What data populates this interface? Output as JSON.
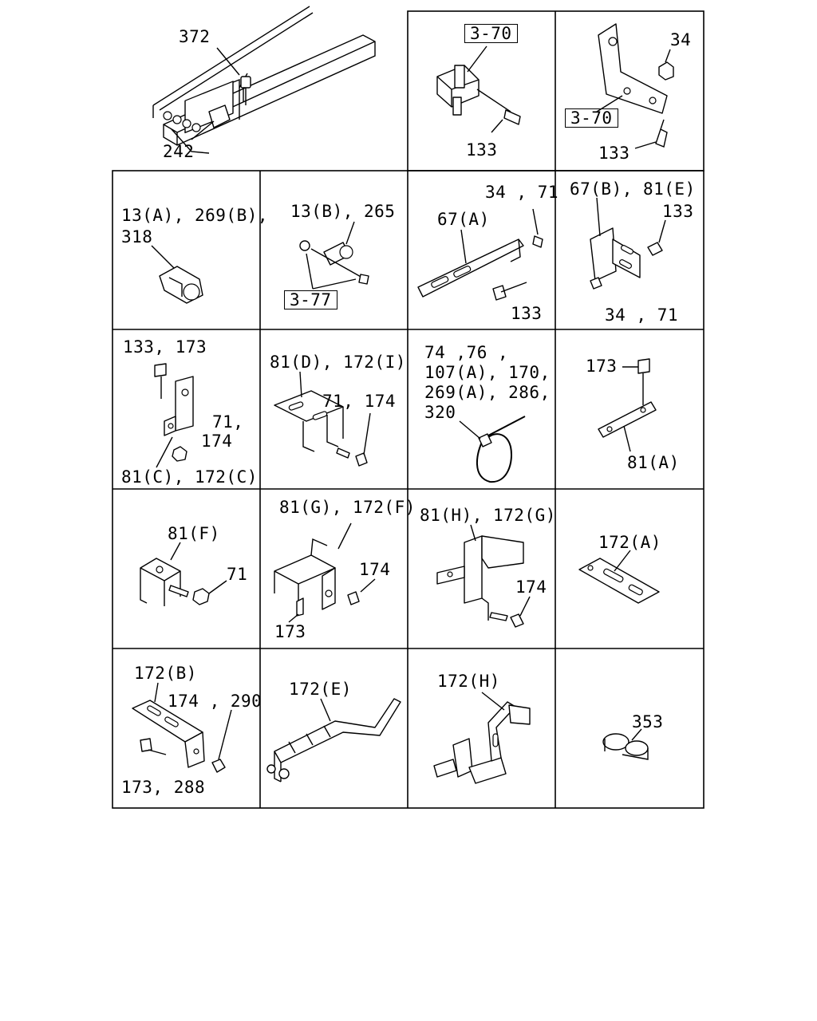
{
  "cells": {
    "c00": {
      "labels": [
        "372",
        "242"
      ]
    },
    "c02": {
      "labels": [
        "3-70",
        "133"
      ]
    },
    "c03": {
      "labels": [
        "34",
        "3-70",
        "133"
      ]
    },
    "c10": {
      "labels": [
        "13(A), 269(B),",
        "318"
      ]
    },
    "c11": {
      "labels": [
        "13(B), 265",
        "3-77"
      ]
    },
    "c12": {
      "labels": [
        "34 , 71",
        "67(A)",
        "133"
      ]
    },
    "c13": {
      "labels": [
        "67(B), 81(E)",
        "133",
        "34 , 71"
      ]
    },
    "c20": {
      "labels": [
        "133, 173",
        "71,",
        "174",
        "81(C), 172(C)"
      ]
    },
    "c21": {
      "labels": [
        "81(D), 172(I)",
        "71, 174"
      ]
    },
    "c22": {
      "labels": [
        "74 ,76 ,",
        "107(A), 170,",
        "269(A), 286,",
        "320"
      ]
    },
    "c23": {
      "labels": [
        "173",
        "81(A)"
      ]
    },
    "c30": {
      "labels": [
        "81(F)",
        "71"
      ]
    },
    "c31": {
      "labels": [
        "81(G), 172(F)",
        "174",
        "173"
      ]
    },
    "c32": {
      "labels": [
        "81(H), 172(G)",
        "174"
      ]
    },
    "c33": {
      "labels": [
        "172(A)"
      ]
    },
    "c40": {
      "labels": [
        "172(B)",
        "174 , 290",
        "173, 288"
      ]
    },
    "c41": {
      "labels": [
        "172(E)"
      ]
    },
    "c42": {
      "labels": [
        "172(H)"
      ]
    },
    "c43": {
      "labels": [
        "353"
      ]
    }
  }
}
